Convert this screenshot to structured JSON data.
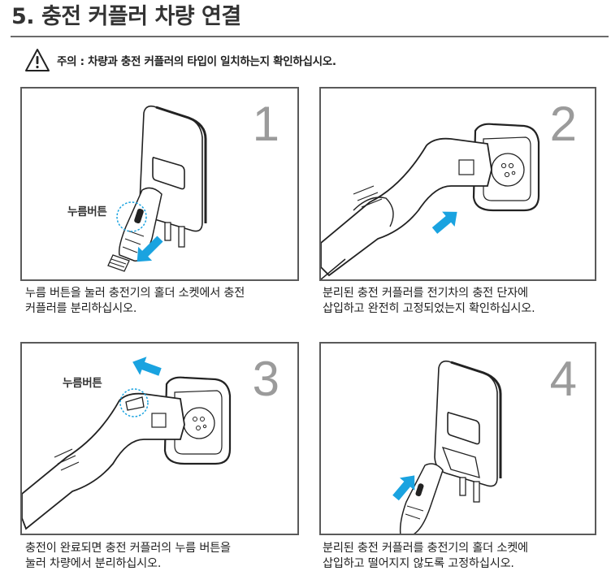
{
  "page": {
    "title": "5. 충전 커플러 차량 연결",
    "warning": {
      "icon": "warning-triangle-icon",
      "text": "주의 : 차량과 충전 커플러의 타입이 일치하는지 확인하십시오."
    }
  },
  "colors": {
    "arrow_blue": "#1aa3e0",
    "step_number_gray": "#9b9b9b",
    "frame_border": "#5a5a5a",
    "rule": "#6b6b6b"
  },
  "steps": [
    {
      "number": "1",
      "button_label": "누름버튼",
      "caption_line1": "누름 버튼을 눌러 충전기의 홀더 소켓에서 충전",
      "caption_line2": "커플러를 분리하십시오."
    },
    {
      "number": "2",
      "caption_line1": "분리된 충전 커플러를 전기차의 충전 단자에",
      "caption_line2": "삽입하고 완전히 고정되었는지 확인하십시오."
    },
    {
      "number": "3",
      "button_label": "누름버튼",
      "caption_line1": "충전이 완료되면 충전 커플러의 누름 버튼을",
      "caption_line2": "눌러 차량에서 분리하십시오."
    },
    {
      "number": "4",
      "caption_line1": "분리된 충전 커플러를 충전기의 홀더 소켓에",
      "caption_line2": "삽입하고 떨어지지 않도록 고정하십시오."
    }
  ]
}
